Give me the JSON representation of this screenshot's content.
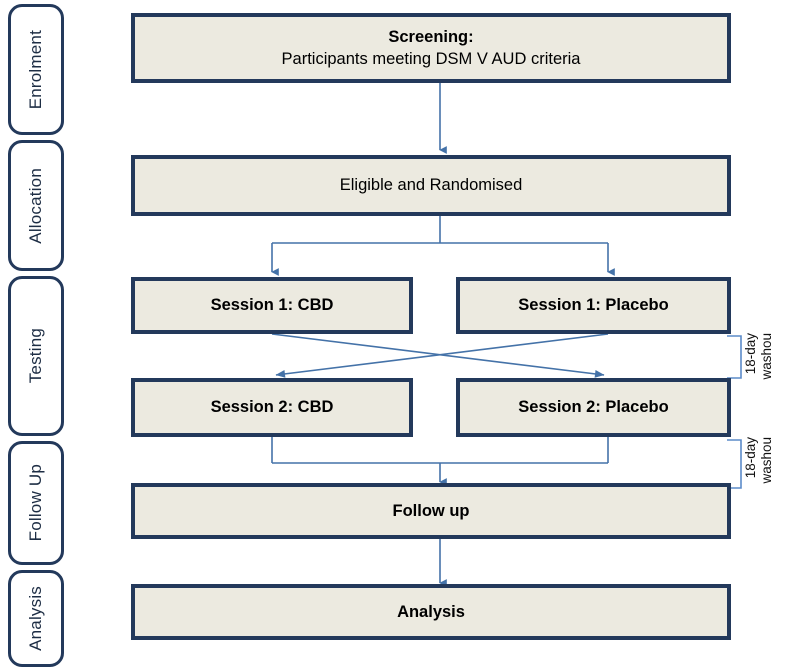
{
  "diagram": {
    "title": "Randomised crossover trial flow diagram",
    "colors": {
      "node_fill": "#ECEAE0",
      "node_border": "#23395B",
      "connector": "#4472A8",
      "bracket": "#5B8BC9",
      "stage_border": "#23395B",
      "stage_fill": "#FFFFFF",
      "text": "#000000"
    }
  },
  "stages": [
    {
      "label": "Enrolment"
    },
    {
      "label": "Allocation"
    },
    {
      "label": "Testing"
    },
    {
      "label": "Follow Up"
    },
    {
      "label": "Analysis"
    }
  ],
  "nodes": {
    "screening": {
      "line1": "Screening:",
      "line2": "Participants meeting DSM V AUD criteria"
    },
    "randomised": {
      "line1": "Eligible and Randomised"
    },
    "session1_cbd": {
      "line1": "Session 1: CBD"
    },
    "session1_placebo": {
      "line1": "Session 1: Placebo"
    },
    "session2_cbd": {
      "line1": "Session 2: CBD"
    },
    "session2_placebo": {
      "line1": "Session 2: Placebo"
    },
    "follow_up": {
      "line1": "Follow up"
    },
    "analysis": {
      "line1": "Analysis"
    }
  },
  "annotations": [
    {
      "id": "washout-1",
      "text_a": "18-day",
      "text_b": "washou"
    },
    {
      "id": "washout-2",
      "text_a": "18-day",
      "text_b": "washou"
    }
  ]
}
